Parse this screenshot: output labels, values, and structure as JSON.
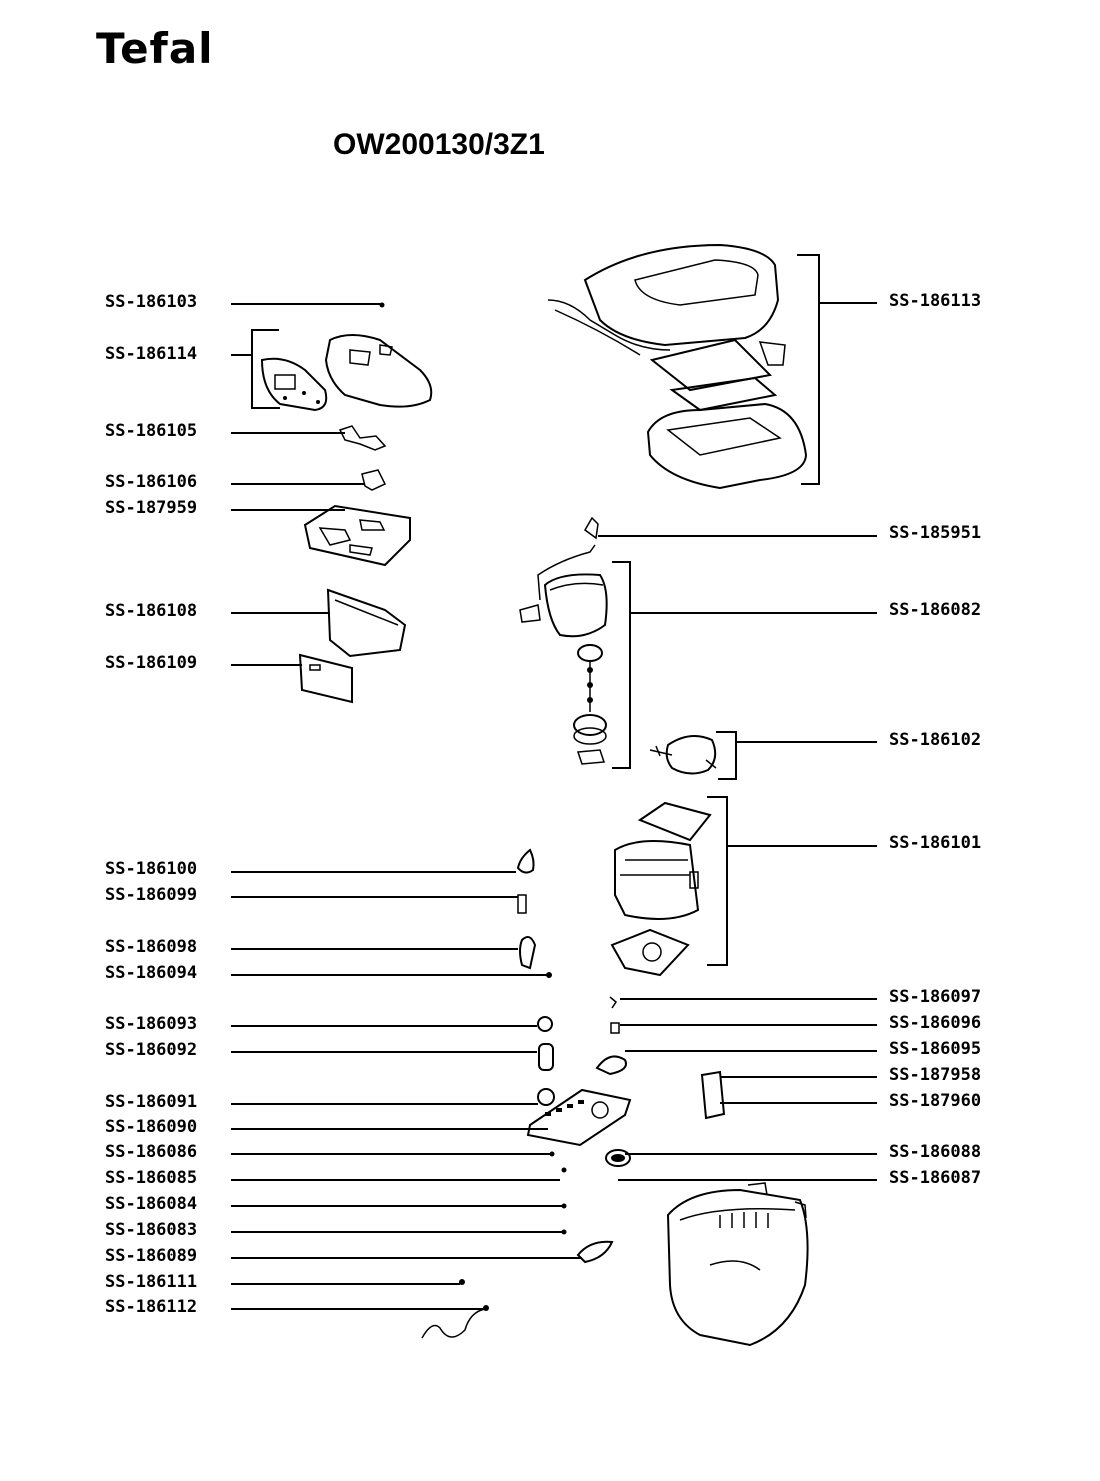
{
  "brand": "Tefal",
  "model": "OW200130/3Z1",
  "labels_left": [
    "SS-186103",
    "SS-186114",
    "SS-186105",
    "SS-186106",
    "SS-187959",
    "SS-186108",
    "SS-186109",
    "SS-186100",
    "SS-186099",
    "SS-186098",
    "SS-186094",
    "SS-186093",
    "SS-186092",
    "SS-186091",
    "SS-186090",
    "SS-186086",
    "SS-186085",
    "SS-186084",
    "SS-186083",
    "SS-186089",
    "SS-186111",
    "SS-186112"
  ],
  "labels_right": [
    "SS-186113",
    "SS-185951",
    "SS-186082",
    "SS-186102",
    "SS-186101",
    "SS-186097",
    "SS-186096",
    "SS-186095",
    "SS-187958",
    "SS-187960",
    "SS-186088",
    "SS-186087"
  ]
}
